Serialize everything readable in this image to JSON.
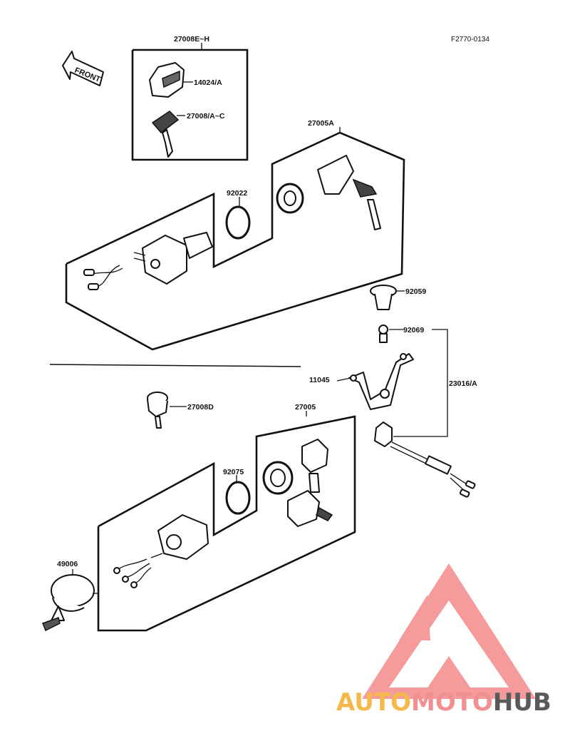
{
  "figure_code": "F2770-0134",
  "front_label": "FRONT",
  "parts": {
    "key_set_eh": "27008E~H",
    "knob": "14024/A",
    "key_ac": "27008/A~C",
    "switch_a": "27005A",
    "washer_a": "92022",
    "cap": "92059",
    "bulb": "92069",
    "bracket": "11045",
    "socket": "23016/A",
    "key_d": "27008D",
    "switch_b": "27005",
    "washer_b": "92075",
    "buzzer": "49006"
  },
  "watermark": {
    "part1": "AUTO",
    "part2": "MOTO",
    "part3": "HUB",
    "colors": {
      "auto": "#f5b84a",
      "moto": "#f09090",
      "hub": "#5a5a5a",
      "triangle": "#f48a8a"
    }
  }
}
